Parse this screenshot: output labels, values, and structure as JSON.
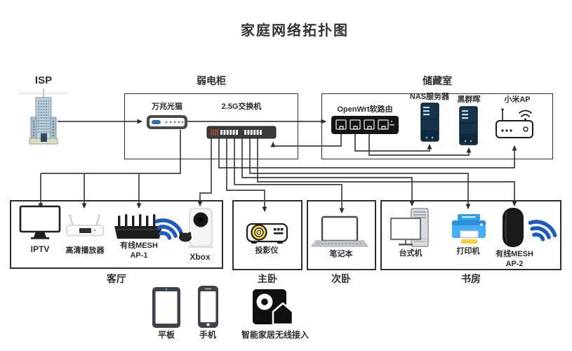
{
  "title": "家庭网络拓扑图",
  "rooms": {
    "cabinet": "弱电柜",
    "storage": "储藏室",
    "living": "客厅",
    "master": "主卧",
    "second": "次卧",
    "study": "书房"
  },
  "nodes": {
    "isp": "ISP",
    "modem": "万兆光猫",
    "switch": "2.5G交换机",
    "router": "OpenWrt软路由",
    "nas": "NAS服务器",
    "synology": "黑群晖",
    "xiaomi_ap": "小米AP",
    "iptv": "IPTV",
    "player": "高清播放器",
    "mesh1_line1": "有线MESH",
    "mesh1_line2": "AP-1",
    "xbox": "Xbox",
    "projector": "投影仪",
    "laptop": "笔记本",
    "desktop": "台式机",
    "printer": "打印机",
    "mesh2_line1": "有线MESH",
    "mesh2_line2": "AP-2",
    "tablet": "平板",
    "phone": "手机",
    "smart_home": "智能家居无线接入"
  },
  "colors": {
    "wire": "#3f3f3f",
    "wifi_blue": "#1e5bbf",
    "printer_blue": "#46aef7",
    "lens_yellow": "#ffd91f",
    "server_navy": "#17344b"
  }
}
